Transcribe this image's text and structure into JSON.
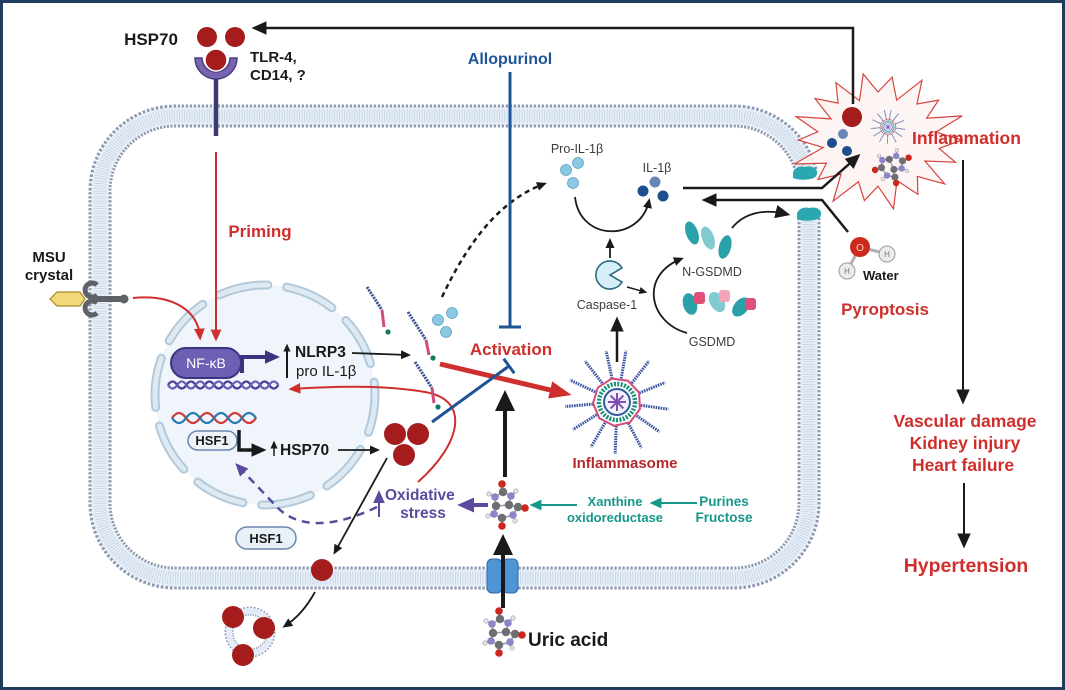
{
  "colors": {
    "inflammation_red": "#cf2f2c",
    "inflammasome_red": "#b5292b",
    "allopurinol_blue": "#1f5597",
    "xanthine_teal": "#17978a",
    "oxidative_purple": "#5b4a9e",
    "hsp70_red": "#a51c1c",
    "arrow_black": "#1a1a1a",
    "frame_navy": "#1f3e5e"
  },
  "extracellular": {
    "hsp70": "HSP70",
    "receptor": [
      "TLR-4,",
      "CD14, ?"
    ],
    "msu_crystal": [
      "MSU",
      "crystal"
    ],
    "uric_acid": "Uric acid",
    "water": "Water",
    "water_atoms": {
      "oxygen": "O",
      "hydrogen": "H"
    }
  },
  "drug": {
    "name": "Allopurinol",
    "effect": "inhibits"
  },
  "priming": {
    "label": "Priming",
    "transcription_factor": "NF-κB",
    "induced_genes": [
      "NLRP3",
      "pro IL-1β"
    ]
  },
  "heat_shock": {
    "nuclear_factor": "HSF1",
    "induced_gene": "HSP70",
    "cytosolic_factor": "HSF1"
  },
  "activation": {
    "label": "Activation",
    "complex": "Inflammasome",
    "enzyme": "Caspase-1",
    "precursor": "Pro-IL-1β",
    "product": "IL-1β",
    "gasdermin_cleaved": "N-GSDMD",
    "gasdermin": "GSDMD",
    "cell_death": "Pyroptosis"
  },
  "uric_acid_synthesis": {
    "enzyme": [
      "Xanthine",
      "oxidoreductase"
    ],
    "substrates": [
      "Purines",
      "Fructose"
    ],
    "product_effect": [
      "Oxidative",
      "stress"
    ]
  },
  "outcomes": {
    "inflammation": "Inflammation",
    "organ_damage": [
      "Vascular damage",
      "Kidney injury",
      "Heart failure"
    ],
    "final": "Hypertension"
  }
}
